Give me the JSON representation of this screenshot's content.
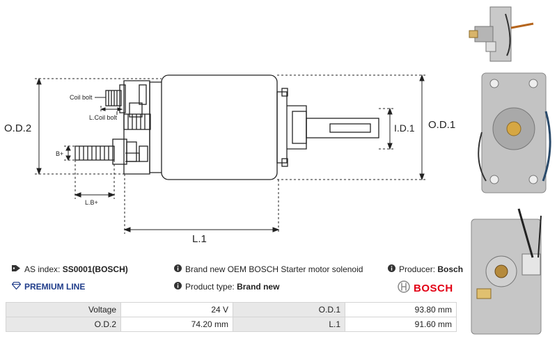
{
  "diagram": {
    "labels": {
      "od2": "O.D.2",
      "od1": "O.D.1",
      "id1": "I.D.1",
      "l1": "L.1",
      "coil_bolt": "Coil bolt",
      "l_coil_bolt": "L.Coil bolt",
      "b_plus": "B+",
      "lb_plus": "L.B+"
    }
  },
  "info": {
    "as_index_label": "AS index:",
    "as_index_value": "SS0001(BOSCH)",
    "premium_line": "PREMIUM LINE",
    "brand_description": "Brand new OEM BOSCH Starter motor solenoid",
    "product_type_label": "Product type:",
    "product_type_value": "Brand new",
    "producer_label": "Producer:",
    "producer_value": "Bosch",
    "brand_logo_text": "BOSCH"
  },
  "specs": [
    [
      {
        "label": "Voltage",
        "value": "24 V"
      },
      {
        "label": "O.D.1",
        "value": "93.80 mm"
      }
    ],
    [
      {
        "label": "O.D.2",
        "value": "74.20 mm"
      },
      {
        "label": "L.1",
        "value": "91.60 mm"
      }
    ]
  ],
  "icons": {
    "tag": "tag-icon",
    "info": "info-icon",
    "diamond": "diamond-icon",
    "brand": "bosch-armature-icon"
  }
}
